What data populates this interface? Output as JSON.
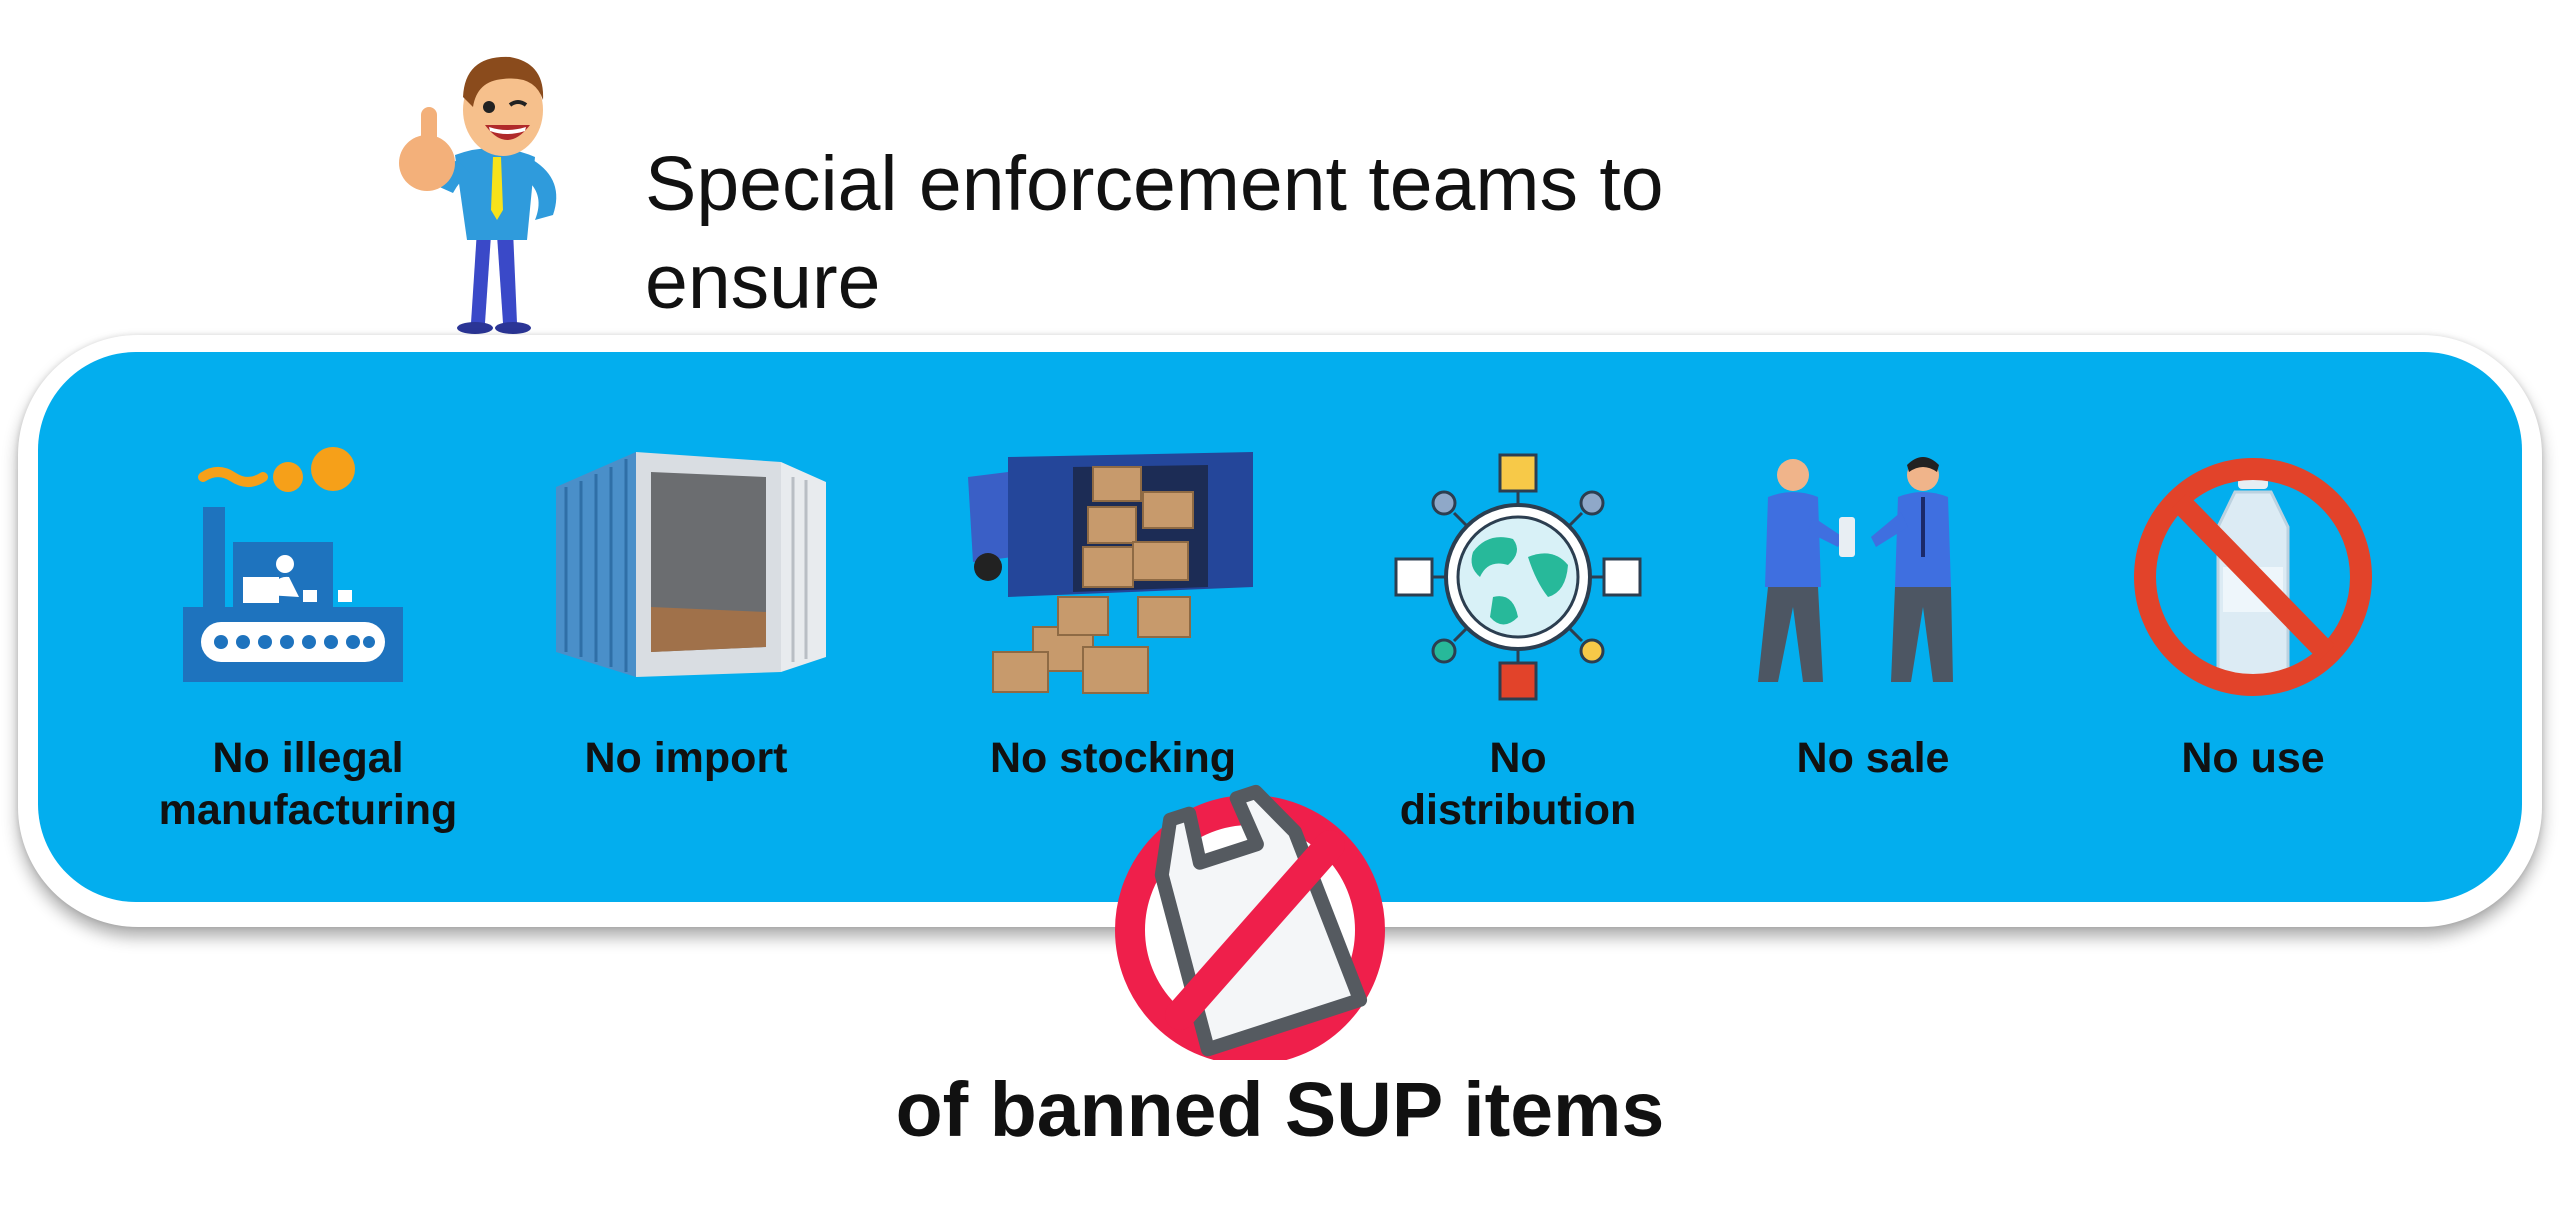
{
  "heading": "Special enforcement teams to ensure",
  "colors": {
    "panel": "#03aeee",
    "prohibition_red": "#e2432a",
    "badge_red": "#ef1f4b",
    "factory_blue": "#1e73be",
    "accent_orange": "#f6a019"
  },
  "items": [
    {
      "icon": "factory-icon",
      "label": "No illegal\nmanufacturing"
    },
    {
      "icon": "shipping-container-icon",
      "label": "No import"
    },
    {
      "icon": "delivery-truck-icon",
      "label": "No stocking"
    },
    {
      "icon": "global-distribution-icon",
      "label": "No\ndistribution"
    },
    {
      "icon": "sale-transaction-icon",
      "label": "No sale"
    },
    {
      "icon": "no-plastic-bottle-icon",
      "label": "No use"
    }
  ],
  "badge_icon": "no-plastic-bag-icon",
  "footer": "of banned SUP items"
}
